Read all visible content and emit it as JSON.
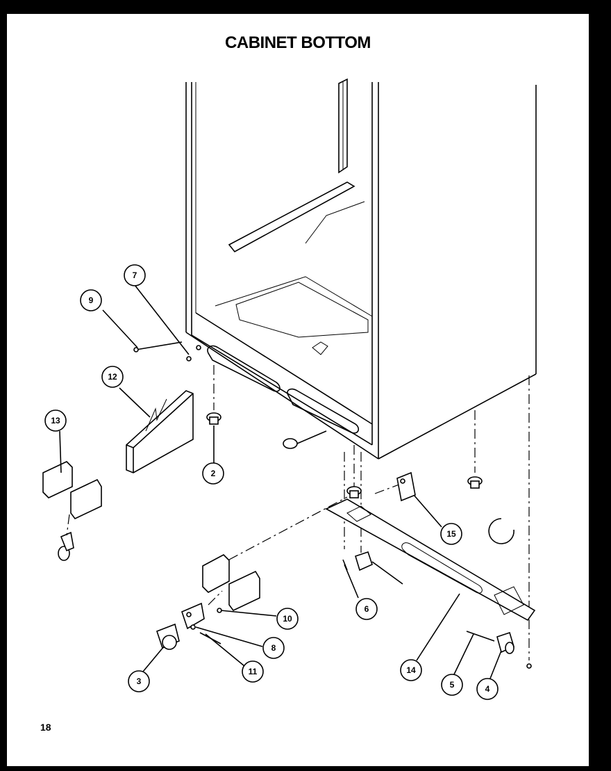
{
  "title": "CABINET BOTTOM",
  "page_number": "18",
  "callouts": [
    {
      "id": "c1",
      "label": "7"
    },
    {
      "id": "c2",
      "label": "9"
    },
    {
      "id": "c3",
      "label": "12"
    },
    {
      "id": "c4",
      "label": "13"
    },
    {
      "id": "c5",
      "label": "2"
    },
    {
      "id": "c6",
      "label": "15"
    },
    {
      "id": "c7",
      "label": "6"
    },
    {
      "id": "c8",
      "label": "10"
    },
    {
      "id": "c9",
      "label": "8"
    },
    {
      "id": "c10",
      "label": "11"
    },
    {
      "id": "c11",
      "label": "3"
    },
    {
      "id": "c12",
      "label": "14"
    },
    {
      "id": "c13",
      "label": "5"
    },
    {
      "id": "c14",
      "label": "4"
    }
  ]
}
